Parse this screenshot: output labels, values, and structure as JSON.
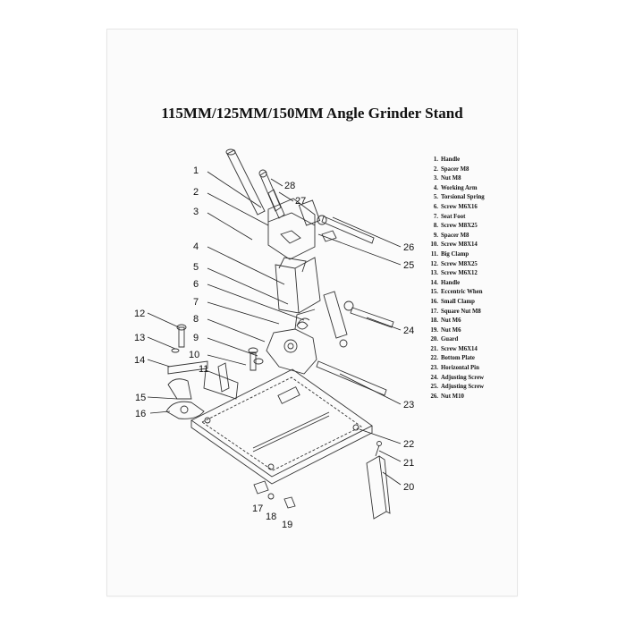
{
  "title": "115MM/125MM/150MM Angle Grinder Stand",
  "parts": [
    {
      "num": "1.",
      "name": "Handle"
    },
    {
      "num": "2.",
      "name": "Spacer M8"
    },
    {
      "num": "3.",
      "name": "Nut M8"
    },
    {
      "num": "4.",
      "name": "Working Arm"
    },
    {
      "num": "5.",
      "name": "Torsional Spring"
    },
    {
      "num": "6.",
      "name": "Screw M6X16"
    },
    {
      "num": "7.",
      "name": "Seat Foot"
    },
    {
      "num": "8.",
      "name": "Screw M8X25"
    },
    {
      "num": "9.",
      "name": "Spacer M8"
    },
    {
      "num": "10.",
      "name": "Screw M8X14"
    },
    {
      "num": "11.",
      "name": "Big Clamp"
    },
    {
      "num": "12.",
      "name": "Screw M8X25"
    },
    {
      "num": "13.",
      "name": "Screw M6X12"
    },
    {
      "num": "14.",
      "name": "Handle"
    },
    {
      "num": "15.",
      "name": "Eccentric When"
    },
    {
      "num": "16.",
      "name": "Small Clamp"
    },
    {
      "num": "17.",
      "name": "Square Nut M8"
    },
    {
      "num": "18.",
      "name": "Nut M6"
    },
    {
      "num": "19.",
      "name": "Nut M6"
    },
    {
      "num": "20.",
      "name": "Guard"
    },
    {
      "num": "21.",
      "name": "Screw M6X14"
    },
    {
      "num": "22.",
      "name": "Bottom Plate"
    },
    {
      "num": "23.",
      "name": "Horizontal Pin"
    },
    {
      "num": "24.",
      "name": "Adjusting Screw"
    },
    {
      "num": "25.",
      "name": "Adjusting Screw"
    },
    {
      "num": "26.",
      "name": "Nut M10"
    }
  ],
  "callouts": [
    "1",
    "2",
    "3",
    "4",
    "5",
    "6",
    "7",
    "8",
    "9",
    "10",
    "11",
    "12",
    "13",
    "14",
    "15",
    "16",
    "17",
    "18",
    "19",
    "20",
    "21",
    "22",
    "23",
    "24",
    "25",
    "26",
    "27",
    "28"
  ]
}
